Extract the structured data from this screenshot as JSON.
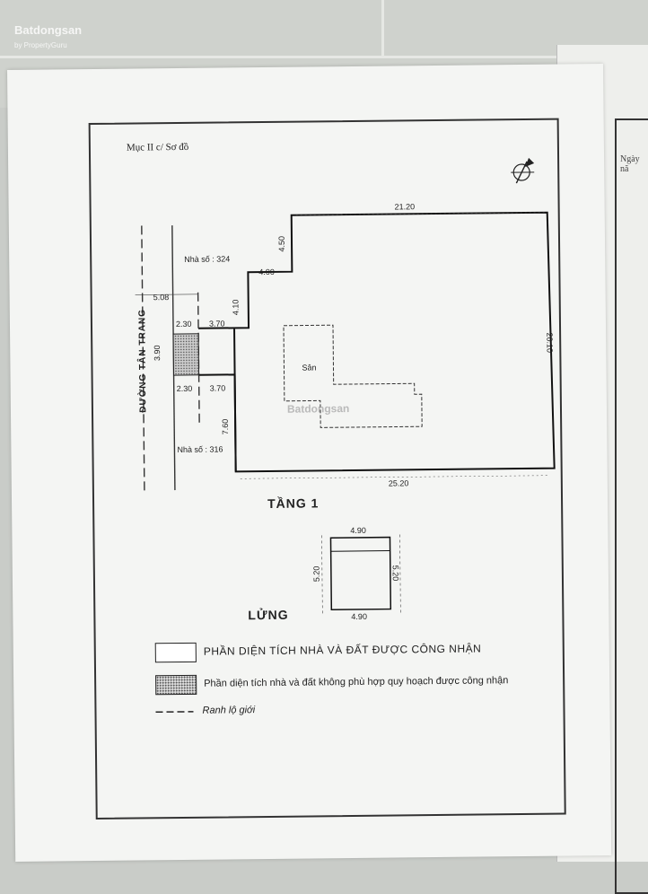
{
  "section_title": "Mục II c/ Sơ đồ",
  "adjacent": {
    "line1": "Ngày",
    "line2": "nă"
  },
  "plan": {
    "dim_top": "21.20",
    "dim_450": "4.50",
    "dim_400": "4.00",
    "neighbor_top": "Nhà số : 324",
    "dim_508": "5.08",
    "dim_410": "4.10",
    "dim_230a": "2.30",
    "dim_370a": "3.70",
    "dim_390": "3.90",
    "street": "ĐƯỜNG TÂN TRANG",
    "dim_230b": "2.30",
    "dim_370b": "3.70",
    "courtyard": "Sân",
    "dim_right": "20.10",
    "dim_760": "7.60",
    "neighbor_bottom": "Nhà số : 316",
    "dim_bottom": "25.20",
    "floor1_title": "TẦNG 1"
  },
  "mezzanine": {
    "title": "LỬNG",
    "dim_top": "4.90",
    "dim_bottom": "4.90",
    "dim_left": "5.20",
    "dim_right": "5.20"
  },
  "legend": {
    "recognized": "PHẦN DIỆN TÍCH  NHÀ VÀ ĐẤT ĐƯỢC CÔNG NHẬN",
    "non_conforming": "Phần diện tích nhà và đất không phù hợp quy hoạch được công nhận",
    "road_boundary": "Ranh lộ giới"
  },
  "watermark": {
    "center": "Batdongsan",
    "corner": "Batdongsan",
    "corner_sub": "by PropertyGuru"
  }
}
